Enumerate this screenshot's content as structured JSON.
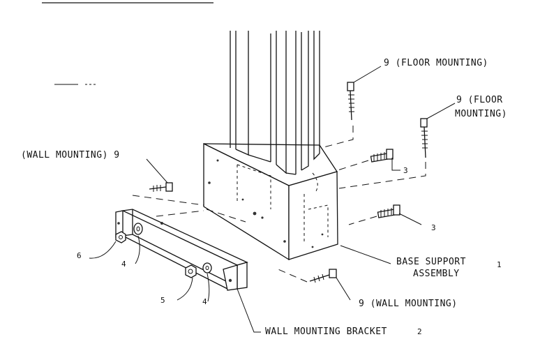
{
  "labels": {
    "floor_mounting_top": "9 (FLOOR MOUNTING)",
    "floor_mounting_right_line1": "9 (FLOOR",
    "floor_mounting_right_line2": "MOUNTING)",
    "wall_mounting_left": "(WALL MOUNTING) 9",
    "wall_mounting_bottom": "9 (WALL MOUNTING)",
    "part_3_upper": "3",
    "part_3_lower": "3",
    "base_support_line1": "BASE SUPPORT",
    "base_support_line2": "ASSEMBLY",
    "base_support_number": "1",
    "wall_bracket": "WALL MOUNTING BRACKET",
    "wall_bracket_number": "2",
    "part_6": "6",
    "part_4_left": "4",
    "part_5": "5",
    "part_4_lower": "4"
  },
  "colors": {
    "line": "#111111",
    "background": "#ffffff"
  }
}
